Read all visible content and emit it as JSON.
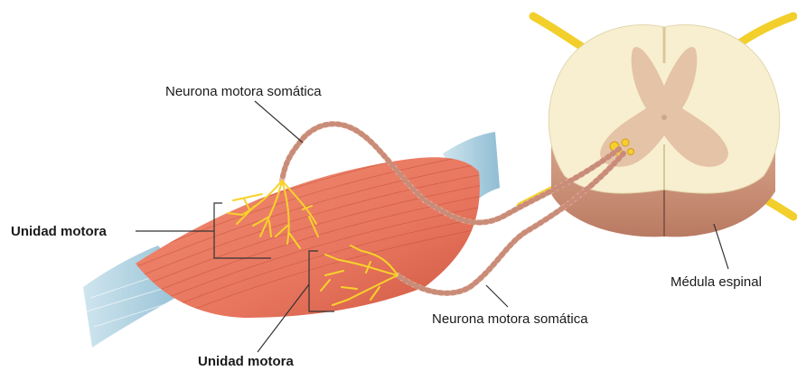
{
  "labels": {
    "neuron_top": "Neurona motora somática",
    "neuron_bottom": "Neurona motora somática",
    "motor_unit_left": "Unidad motora",
    "motor_unit_bottom": "Unidad motora",
    "spinal_cord": "Médula espinal"
  },
  "colors": {
    "muscle": "#e8765f",
    "muscle_dark": "#d2563f",
    "tendon": "#a9cfe0",
    "nerve_yellow": "#f7d22b",
    "axon_sheath": "#e9b8a6",
    "cord_white_matter": "#f7efd0",
    "cord_gray_matter": "#e5c3a6",
    "cord_side": "#c98e74",
    "leader_line": "#333333"
  }
}
